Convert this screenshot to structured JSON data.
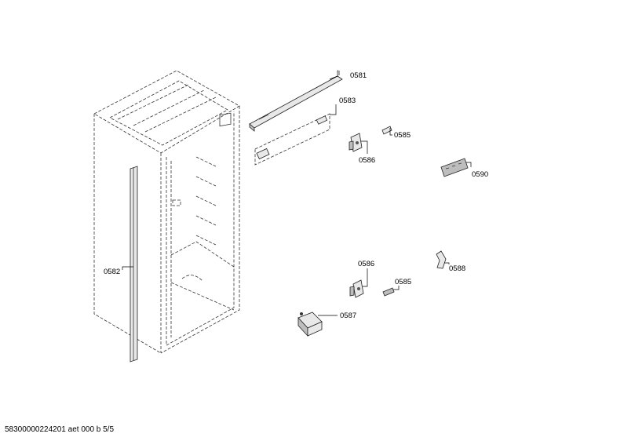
{
  "parts": [
    {
      "id": "0581"
    },
    {
      "id": "0582"
    },
    {
      "id": "0583"
    },
    {
      "id": "0585a",
      "label": "0585"
    },
    {
      "id": "0585b",
      "label": "0585"
    },
    {
      "id": "0586a",
      "label": "0586"
    },
    {
      "id": "0586b",
      "label": "0586"
    },
    {
      "id": "0587"
    },
    {
      "id": "0588"
    },
    {
      "id": "0590"
    }
  ],
  "labels": {
    "p0581": "0581",
    "p0582": "0582",
    "p0583": "0583",
    "p0585a": "0585",
    "p0585b": "0585",
    "p0586a": "0586",
    "p0586b": "0586",
    "p0587": "0587",
    "p0588": "0588",
    "p0590": "0590"
  },
  "footer": {
    "doc_id": "58300000224201 aet 000 b 5/5"
  }
}
